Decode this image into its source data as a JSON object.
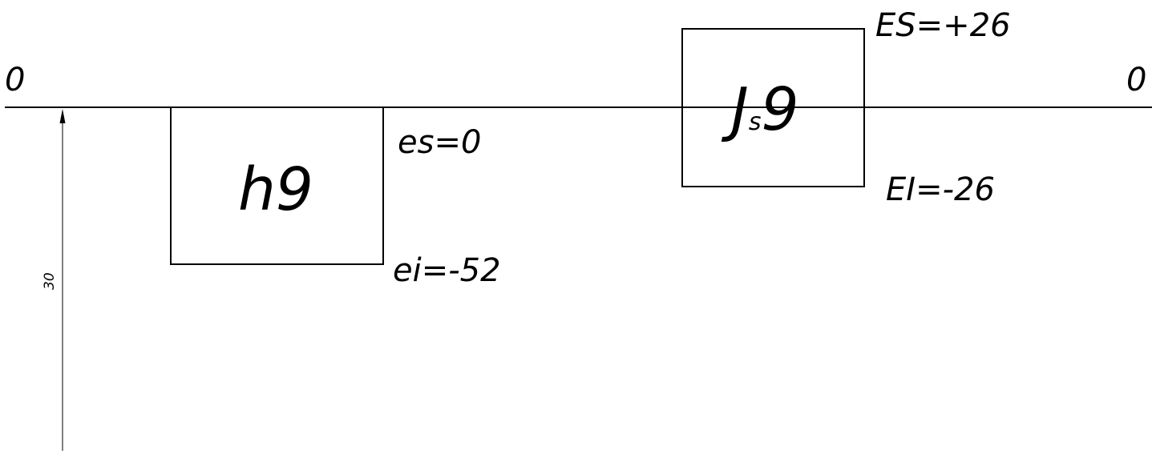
{
  "zero_line": {
    "left_label": "0",
    "right_label": "0"
  },
  "shaft_field": {
    "label": "h9",
    "upper_deviation": "es=0",
    "lower_deviation": "ei=-52"
  },
  "hole_field": {
    "letter": "J",
    "subscript": "s",
    "grade": "9",
    "upper_deviation": "ES=+26",
    "lower_deviation": "EI=-26"
  },
  "dimension": {
    "value": "30"
  },
  "colors": {
    "line": "#000000",
    "background": "#ffffff"
  }
}
